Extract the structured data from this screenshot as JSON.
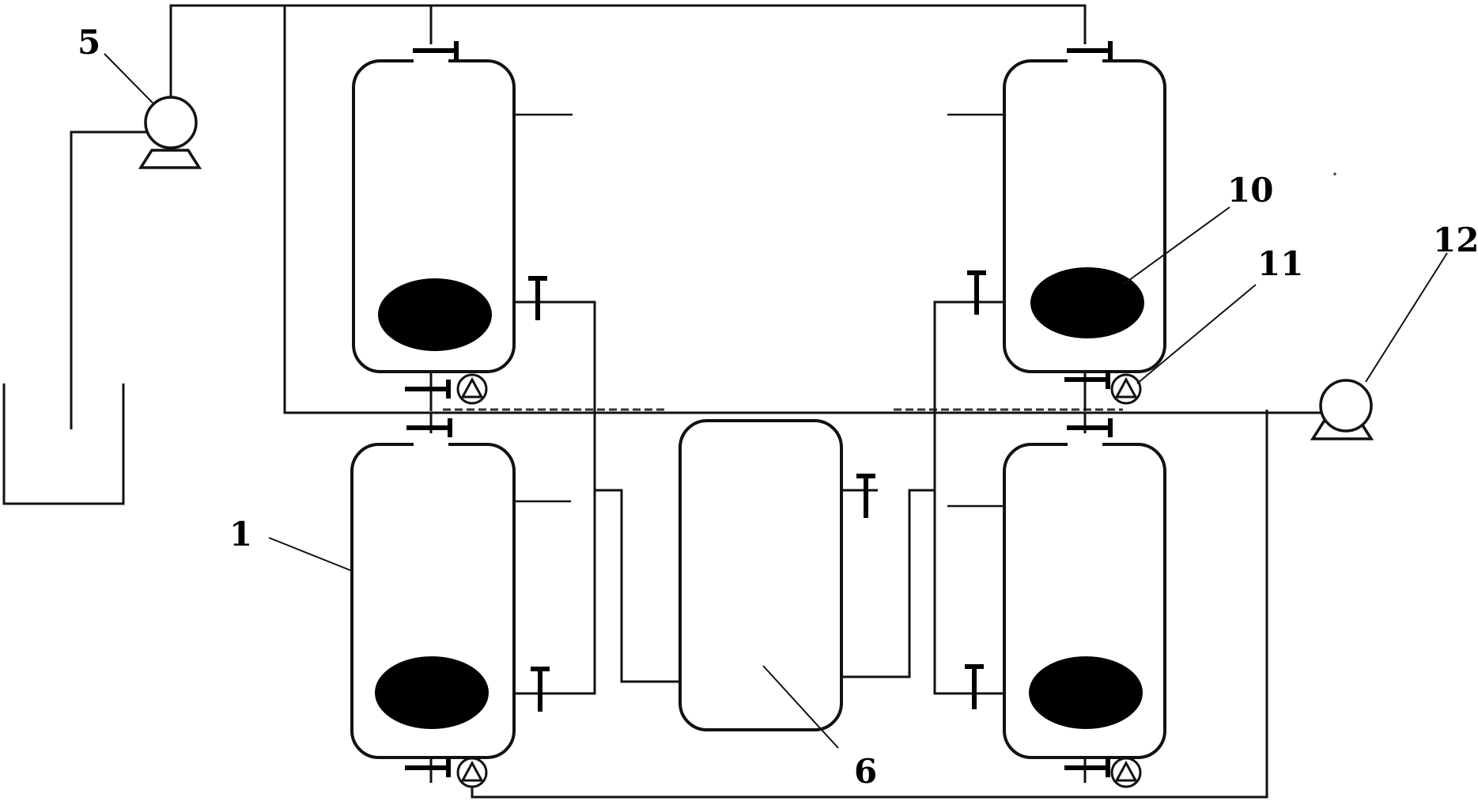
{
  "labels": {
    "ref_1": "1",
    "ref_5": "5",
    "ref_6": "6",
    "ref_10": "10",
    "ref_11": "11",
    "ref_12": "12"
  },
  "colors": {
    "line": "#111111",
    "media_fill": "#000000",
    "background": "#ffffff"
  }
}
